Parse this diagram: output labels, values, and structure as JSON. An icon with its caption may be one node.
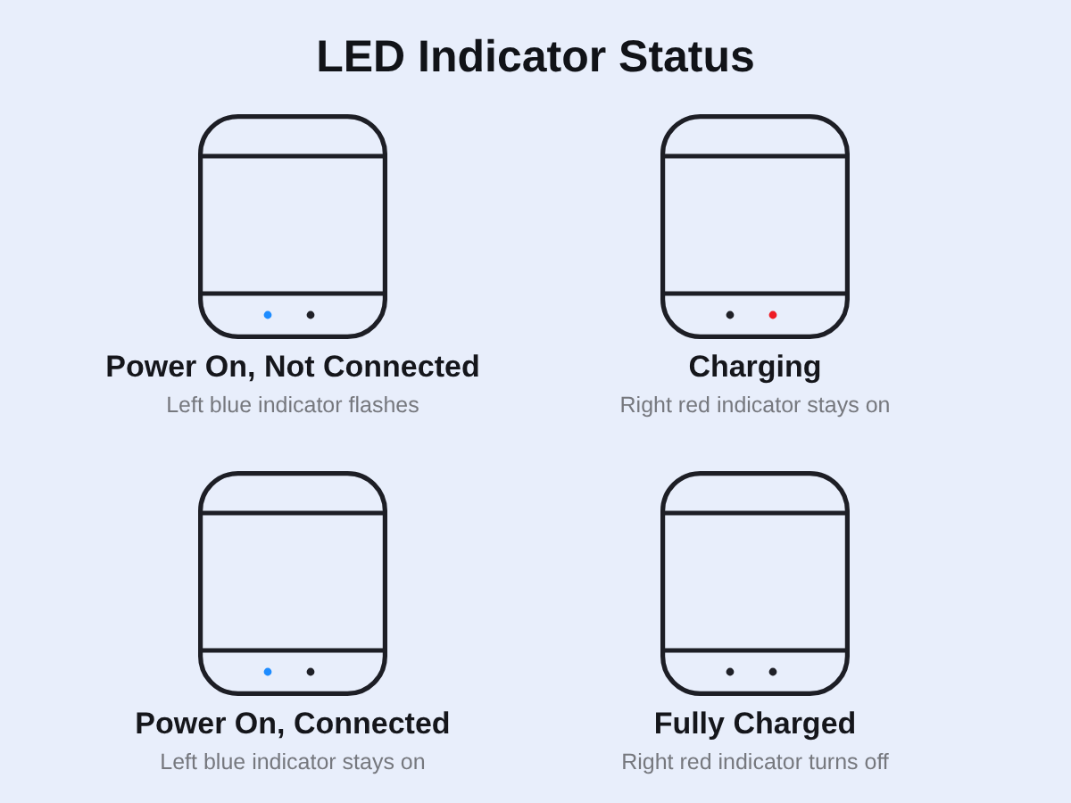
{
  "diagram": {
    "title": "LED Indicator Status",
    "nodes": [
      {
        "text": [
          "Power On, Not Connected",
          "Left blue indicator flashes"
        ]
      },
      {
        "text": [
          "Charging",
          "Right red indicator stays on"
        ]
      },
      {
        "text": [
          "Power On, Connected",
          "Left blue indicator stays on"
        ]
      },
      {
        "text": [
          "Fully Charged",
          "Right red indicator turns off"
        ]
      }
    ]
  }
}
